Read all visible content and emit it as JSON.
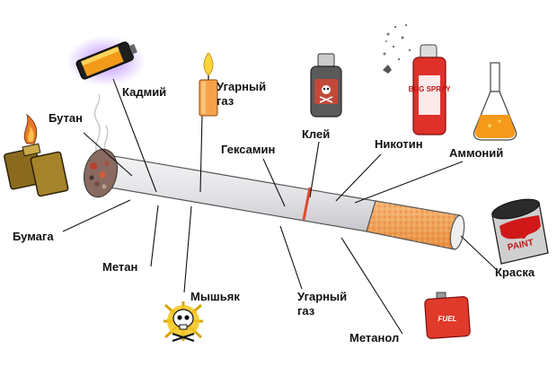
{
  "labels": {
    "butan": "Бутан",
    "kadmiy": "Кадмий",
    "ugarny_gaz_top_1": "Угарный",
    "ugarny_gaz_top_2": "газ",
    "kley": "Клей",
    "geksamin": "Гексамин",
    "nikotin": "Никотин",
    "ammoniy": "Аммоний",
    "bumaga": "Бумага",
    "metan": "Метан",
    "myshyak": "Мышьяк",
    "ugarny_gaz_bottom_1": "Угарный",
    "ugarny_gaz_bottom_2": "газ",
    "metanol": "Метанол",
    "kraska": "Краска"
  },
  "product_text": {
    "bug_spray": "BUG SPRAY",
    "paint": "PAINT",
    "fuel": "FUEL"
  },
  "colors": {
    "filter": "#f2a35a",
    "paper": "#e6e6ea",
    "ring": "#e0492c",
    "line": "#111111"
  }
}
